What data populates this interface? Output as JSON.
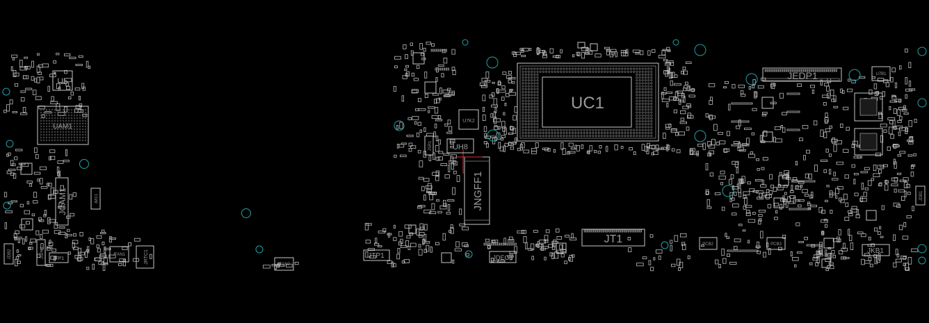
{
  "title": "",
  "colors": {
    "background": "#000000",
    "outline": "#c8c8c8",
    "label": "#9a9a9a",
    "hole": "#1fa3a8",
    "marker": "#e03030"
  },
  "components": {
    "uc1": "UC1",
    "jedp1": "JEDP1",
    "jngff1": "JNGFF1",
    "jt1": "JT1",
    "jcam1": "JCAM1",
    "u5": "U5",
    "uh8": "UH8",
    "uam1": "UAM1",
    "jtp1": "JTP1",
    "jdeg1": "JDEG1",
    "jkb1": "JKB1",
    "jdb1": "JDB1",
    "jrtc1": "JRTC1",
    "jfan1": "JFAN1",
    "jfan2": "JFAN2",
    "jfp1": "JFP1",
    "jdb2": "JDB2",
    "pcb2": "PCB2",
    "pcb3": "PCB3",
    "u7k2": "U7K2",
    "u7b1": "U7B1",
    "jsr1": "JSR1",
    "jspk1": "JSPK1",
    "jmic1": "JMIC1"
  }
}
